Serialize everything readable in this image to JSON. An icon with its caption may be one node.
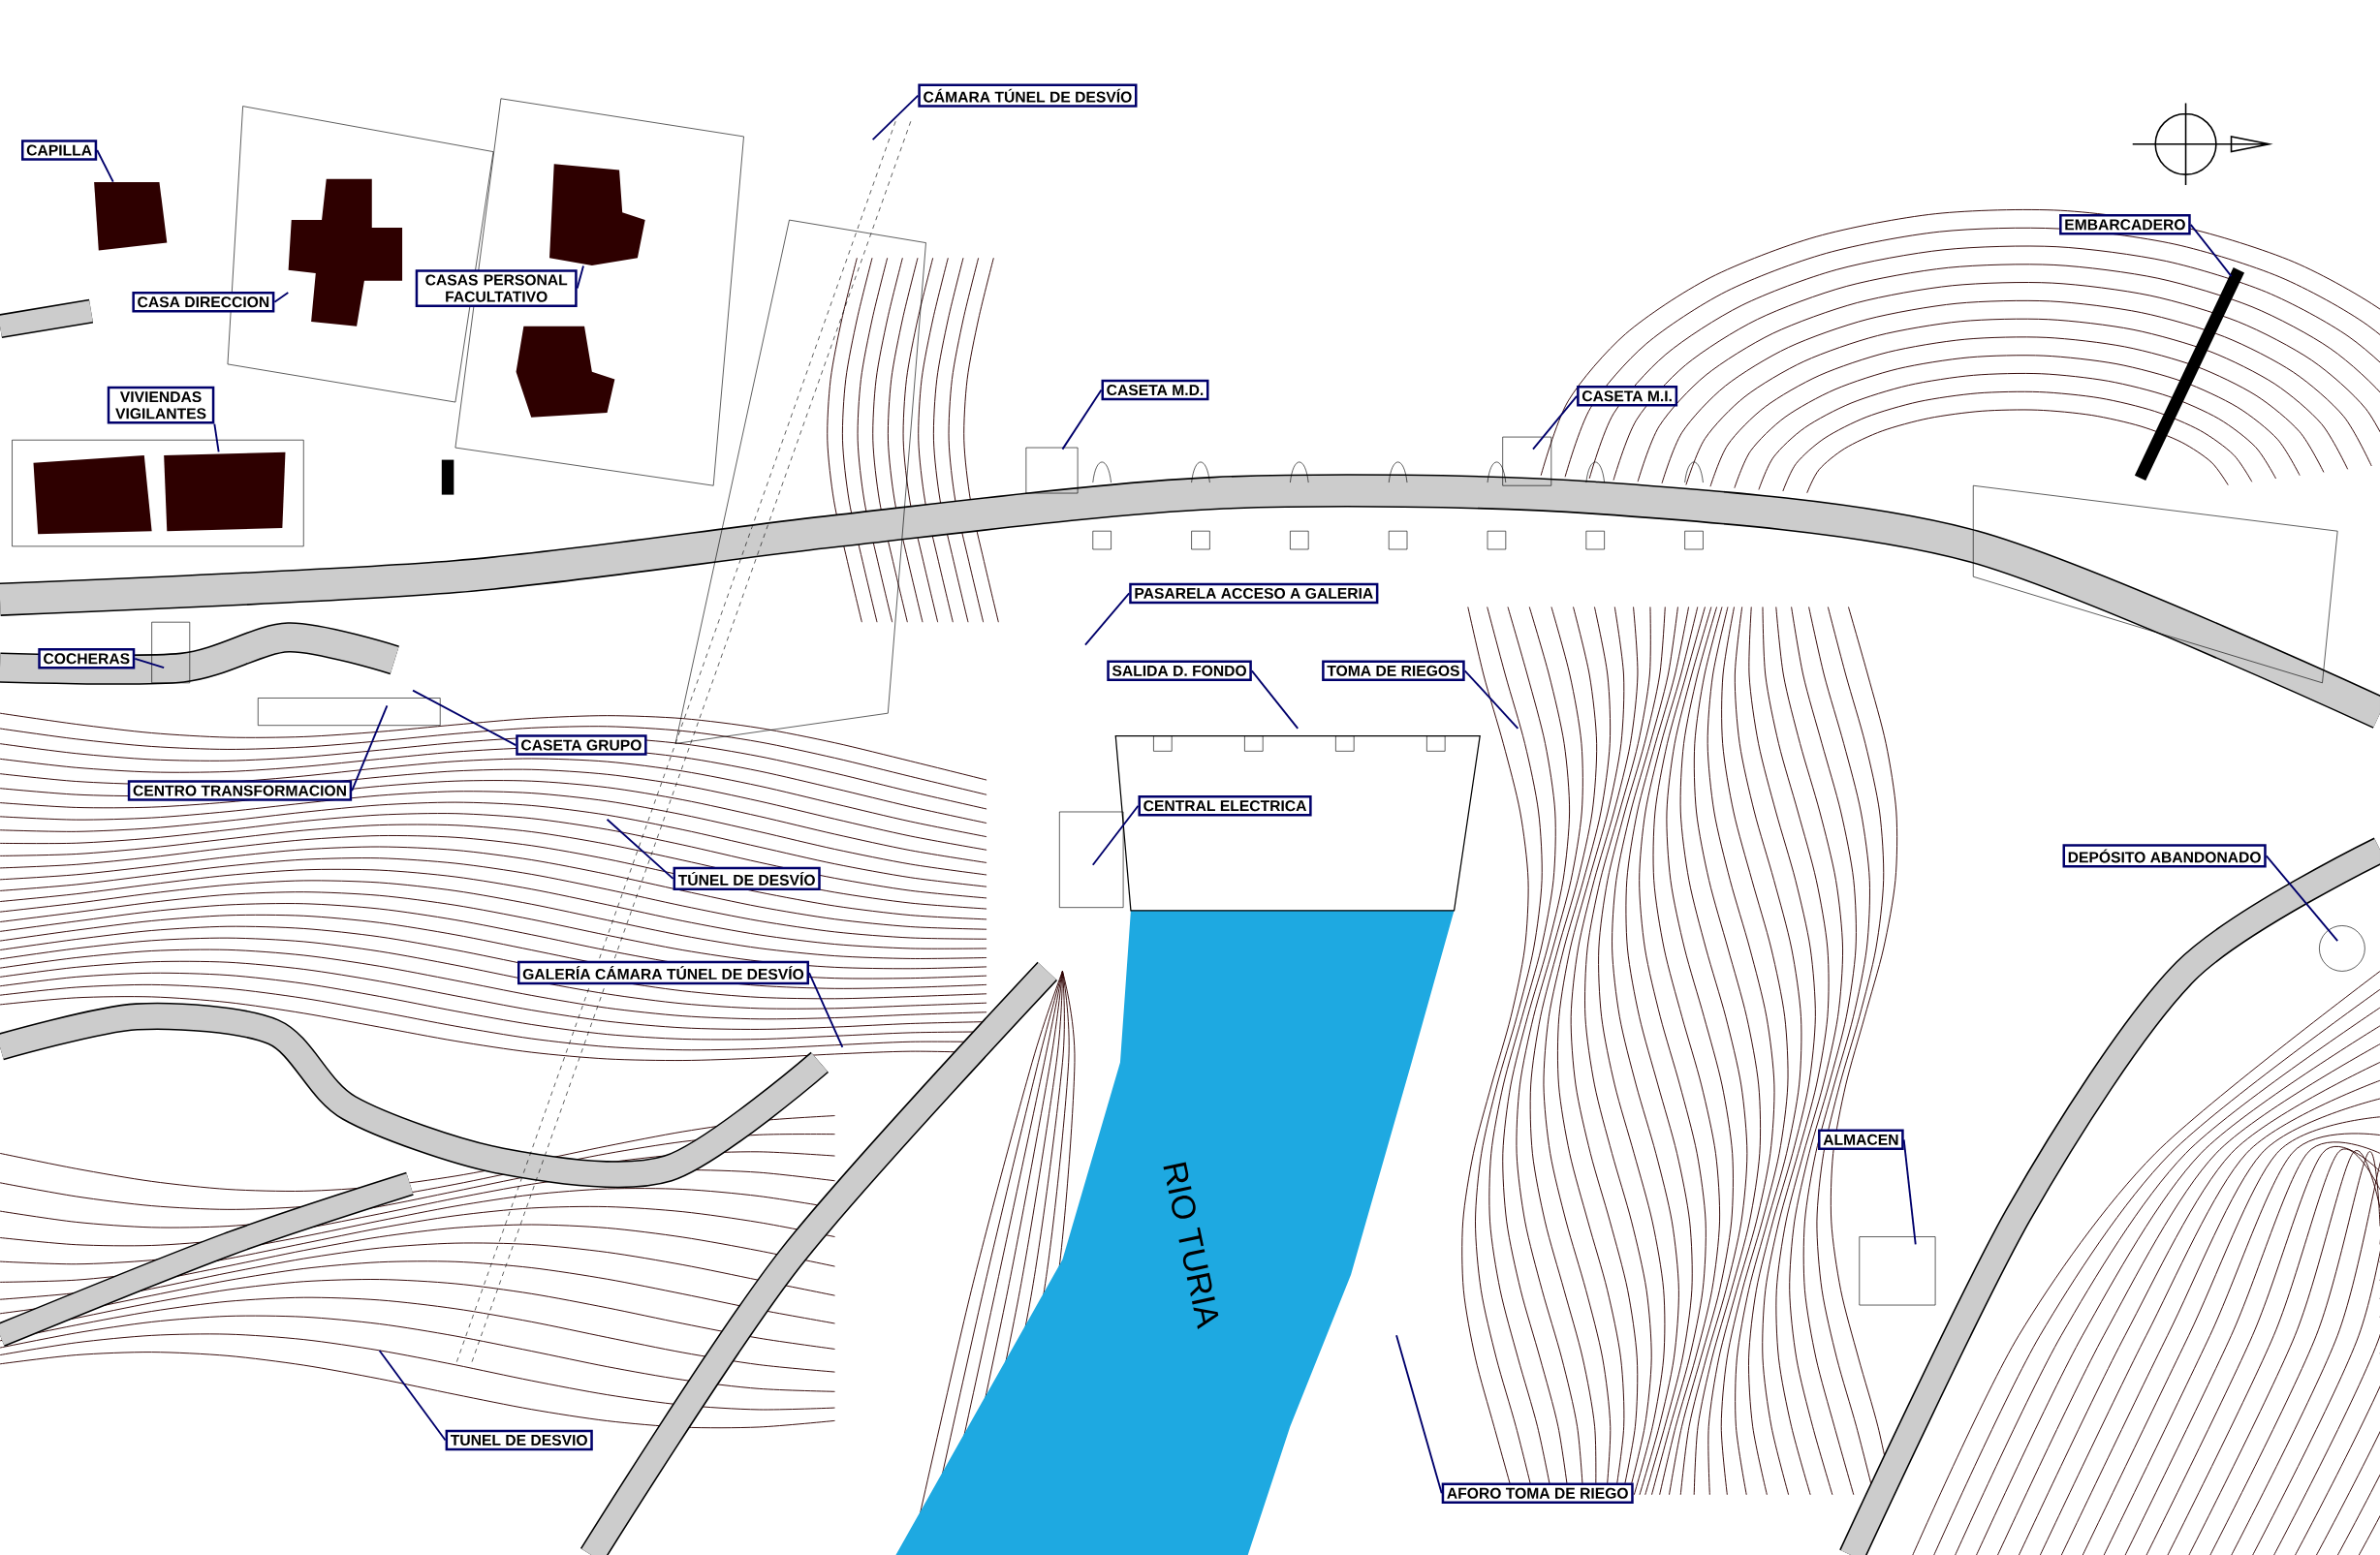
{
  "diagram": {
    "nodes": [
      {
        "text": [
          "CAPILLA"
        ]
      },
      {
        "text": [
          "CÁMARA TÚNEL DE DESVÍO"
        ]
      },
      {
        "text": [
          "EMBARCADERO"
        ]
      },
      {
        "text": [
          "CASAS PERSONAL FACULTATIVO"
        ]
      },
      {
        "text": [
          "CASA DIRECCION"
        ]
      },
      {
        "text": [
          "CASETA M.D."
        ]
      },
      {
        "text": [
          "CASETA M.I."
        ]
      },
      {
        "text": [
          "VIVIENDAS VIGILANTES"
        ]
      },
      {
        "text": [
          "PASARELA ACCESO A GALERIA"
        ]
      },
      {
        "text": [
          "COCHERAS"
        ]
      },
      {
        "text": [
          "SALIDA D. FONDO"
        ]
      },
      {
        "text": [
          "TOMA DE RIEGOS"
        ]
      },
      {
        "text": [
          "CASETA GRUPO"
        ]
      },
      {
        "text": [
          "CENTRO TRANSFORMACION"
        ]
      },
      {
        "text": [
          "CENTRAL ELECTRICA"
        ]
      },
      {
        "text": [
          "DEPÓSITO ABANDONADO"
        ]
      },
      {
        "text": [
          "TÚNEL DE DESVÍO"
        ]
      },
      {
        "text": [
          "GALERÍA CÁMARA TÚNEL DE DESVÍO"
        ]
      },
      {
        "text": [
          "ALMACEN"
        ]
      },
      {
        "text": [
          "TUNEL DE DESVIO"
        ]
      },
      {
        "text": [
          "AFORO TOMA DE RIEGO"
        ]
      },
      {
        "text": [],
        "shape": "box"
      },
      {
        "text": [],
        "shape": "box"
      },
      {
        "text": [],
        "shape": "box"
      },
      {
        "text": [],
        "shape": "box"
      },
      {
        "text": [],
        "shape": "box"
      },
      {
        "text": [],
        "shape": "box"
      }
    ],
    "edges": [
      {
        "from": 0,
        "to": 21,
        "arrow": "none"
      },
      {
        "from": 1,
        "to": null,
        "arrow": "none"
      },
      {
        "from": 2,
        "to": null,
        "arrow": "none"
      },
      {
        "from": 3,
        "to": 23,
        "arrow": "none"
      },
      {
        "from": 4,
        "to": 22,
        "arrow": "none"
      },
      {
        "from": 5,
        "to": null,
        "arrow": "none"
      },
      {
        "from": 6,
        "to": null,
        "arrow": "none"
      },
      {
        "from": 7,
        "to": 26,
        "arrow": "none"
      },
      {
        "from": 8,
        "to": null,
        "arrow": "none"
      },
      {
        "from": 9,
        "to": null,
        "arrow": "none"
      },
      {
        "from": 10,
        "to": null,
        "arrow": "none"
      },
      {
        "from": 11,
        "to": null,
        "arrow": "none"
      },
      {
        "from": 12,
        "to": null,
        "arrow": "none"
      },
      {
        "from": 13,
        "to": null,
        "arrow": "none"
      },
      {
        "from": 14,
        "to": null,
        "arrow": "none"
      },
      {
        "from": 15,
        "to": null,
        "arrow": "none"
      },
      {
        "from": 16,
        "to": null,
        "arrow": "none"
      },
      {
        "from": 17,
        "to": null,
        "arrow": "none"
      },
      {
        "from": 18,
        "to": null,
        "arrow": "none"
      },
      {
        "from": 19,
        "to": null,
        "arrow": "none"
      },
      {
        "from": 20,
        "to": null,
        "arrow": "none"
      }
    ],
    "labels": [
      "RIO TURIA"
    ]
  }
}
